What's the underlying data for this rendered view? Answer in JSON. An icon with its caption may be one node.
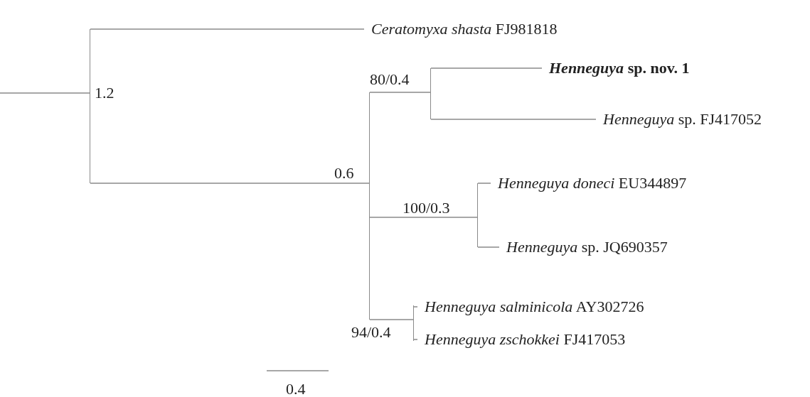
{
  "diagram": {
    "nodes": [
      {
        "text": [],
        "shape": "bar"
      },
      {
        "text": [
          "*Ceratomyxa shasta* FJ981818"
        ]
      },
      {
        "text": [],
        "shape": "bar"
      },
      {
        "text": [],
        "shape": "bar"
      },
      {
        "text": [
          "*Henneguya* sp. nov. 1"
        ]
      },
      {
        "text": [
          "*Henneguya* sp. FJ417052"
        ]
      },
      {
        "text": [],
        "shape": "bar"
      },
      {
        "text": [
          "*Henneguya doneci* EU344897"
        ]
      },
      {
        "text": [
          "*Henneguya* sp. JQ690357"
        ]
      },
      {
        "text": [],
        "shape": "bar"
      },
      {
        "text": [
          "*Henneguya salminicola* AY302726"
        ]
      },
      {
        "text": [
          "*Henneguya zschokkei* FJ417053"
        ]
      }
    ],
    "edges": [
      {
        "from": null,
        "to": 0,
        "arrow": "none"
      },
      {
        "from": 0,
        "to": 1,
        "arrow": "none"
      },
      {
        "from": 0,
        "to": 2,
        "arrow": "none"
      },
      {
        "from": 2,
        "to": 3,
        "arrow": "none"
      },
      {
        "from": 3,
        "to": 4,
        "arrow": "none"
      },
      {
        "from": 3,
        "to": 5,
        "arrow": "none"
      },
      {
        "from": 2,
        "to": 6,
        "arrow": "none"
      },
      {
        "from": 6,
        "to": 7,
        "arrow": "none"
      },
      {
        "from": 6,
        "to": 8,
        "arrow": "none"
      },
      {
        "from": 2,
        "to": 9,
        "arrow": "none"
      },
      {
        "from": 9,
        "to": 10,
        "arrow": "none"
      },
      {
        "from": 9,
        "to": 11,
        "arrow": "none"
      }
    ],
    "labels": [
      "80/0.4",
      "1.2",
      "0.6",
      "100/0.3",
      "94/0.4",
      "0.4"
    ]
  }
}
